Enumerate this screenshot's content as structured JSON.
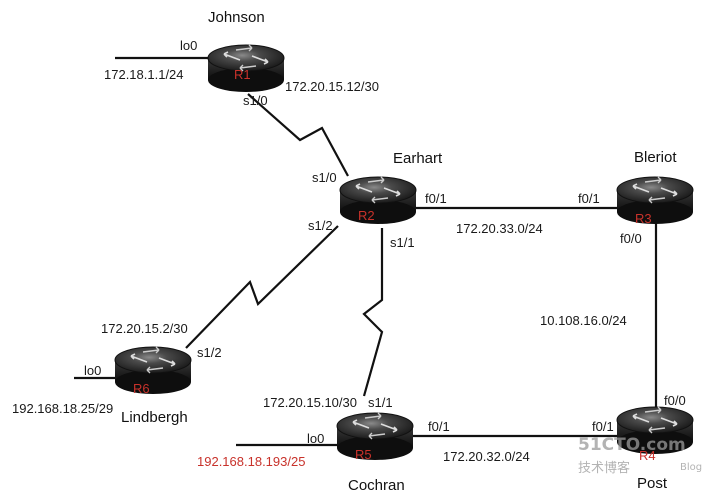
{
  "routers": {
    "r1": {
      "name": "Johnson",
      "id": "R1"
    },
    "r2": {
      "name": "Earhart",
      "id": "R2"
    },
    "r3": {
      "name": "Bleriot",
      "id": "R3"
    },
    "r4": {
      "name": "Post",
      "id": "R4"
    },
    "r5": {
      "name": "Cochran",
      "id": "R5"
    },
    "r6": {
      "name": "Lindbergh",
      "id": "R6"
    }
  },
  "interfaces": {
    "r1_lo0": "lo0",
    "r1_s10": "s1/0",
    "r2_s10": "s1/0",
    "r2_s12": "s1/2",
    "r2_s11": "s1/1",
    "r2_f01": "f0/1",
    "r3_f01": "f0/1",
    "r3_f00": "f0/0",
    "r4_f00": "f0/0",
    "r4_f01": "f0/1",
    "r5_lo0": "lo0",
    "r5_s11": "s1/1",
    "r5_f01": "f0/1",
    "r6_lo0": "lo0",
    "r6_s12": "s1/2"
  },
  "networks": {
    "r1_lo0": "172.18.1.1/24",
    "r1_r2": "172.20.15.12/30",
    "r2_r3": "172.20.33.0/24",
    "r3_r4": "10.108.16.0/24",
    "r6_r2": "172.20.15.2/30",
    "r6_lo0": "192.168.18.25/29",
    "r5_r2": "172.20.15.10/30",
    "r5_lo0": "192.168.18.193/25",
    "r5_r4": "172.20.32.0/24"
  },
  "watermark": {
    "site": "51CTO.com",
    "tagline": "技术博客",
    "blog": "Blog"
  },
  "colors": {
    "highlight": "#c8322b",
    "router_body": "#2b2b2b"
  }
}
